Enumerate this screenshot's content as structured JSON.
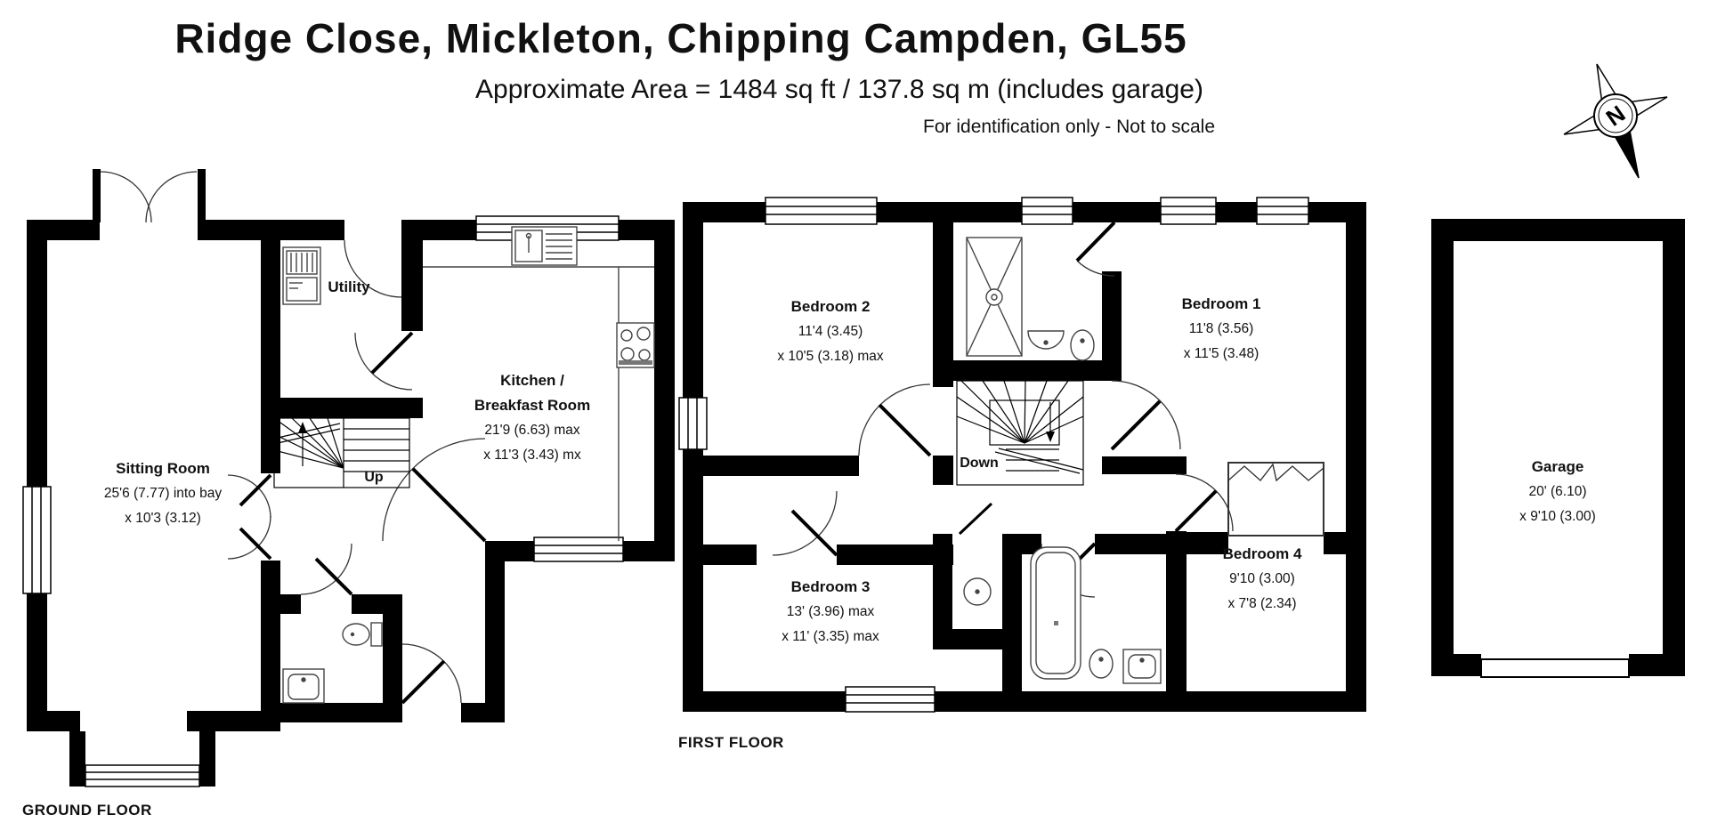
{
  "header": {
    "title": "Ridge Close, Mickleton, Chipping Campden, GL55",
    "subtitle": "Approximate Area = 1484 sq ft / 137.8 sq m (includes garage)",
    "disclaimer": "For identification only - Not to scale"
  },
  "compass": {
    "north_label": "N"
  },
  "ground": {
    "label": "GROUND FLOOR",
    "sitting_room": {
      "name": "Sitting Room",
      "dims": [
        "25'6 (7.77) into bay",
        "x 10'3 (3.12)"
      ]
    },
    "utility": {
      "name": "Utility"
    },
    "kitchen": {
      "name_line1": "Kitchen /",
      "name_line2": "Breakfast Room",
      "dims": [
        "21'9 (6.63) max",
        "x 11'3 (3.43) mx"
      ]
    },
    "stairs": {
      "label": "Up"
    }
  },
  "first": {
    "label": "FIRST FLOOR",
    "bedroom1": {
      "name": "Bedroom 1",
      "dims": [
        "11'8 (3.56)",
        "x 11'5 (3.48)"
      ]
    },
    "bedroom2": {
      "name": "Bedroom 2",
      "dims": [
        "11'4 (3.45)",
        "x 10'5 (3.18) max"
      ]
    },
    "bedroom3": {
      "name": "Bedroom 3",
      "dims": [
        "13' (3.96) max",
        "x 11' (3.35) max"
      ]
    },
    "bedroom4": {
      "name": "Bedroom 4",
      "dims": [
        "9'10 (3.00)",
        "x 7'8 (2.34)"
      ]
    },
    "stairs": {
      "label": "Down"
    }
  },
  "garage": {
    "name": "Garage",
    "dims": [
      "20' (6.10)",
      "x 9'10 (3.00)"
    ]
  },
  "colors": {
    "wall": "#000000",
    "line": "#333333",
    "background": "#ffffff"
  }
}
